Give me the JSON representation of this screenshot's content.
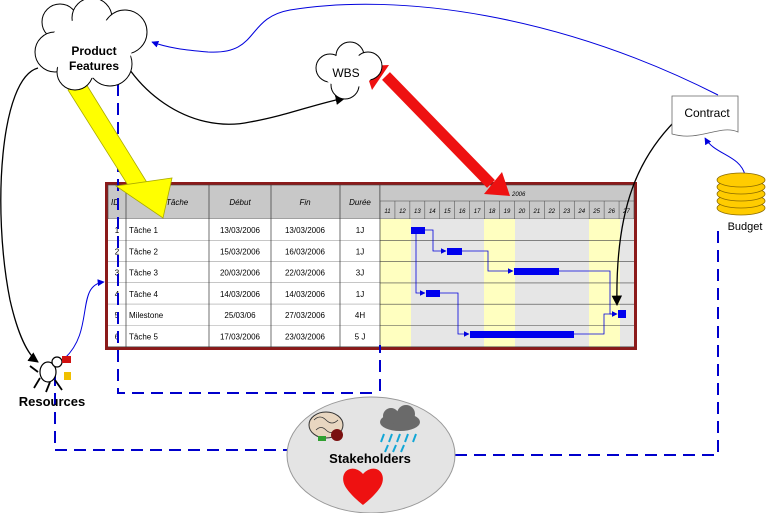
{
  "nodes": {
    "product_features": {
      "line1": "Product",
      "line2": "Features"
    },
    "wbs": "WBS",
    "contract": "Contract",
    "budget": "Budget",
    "resources": "Resources",
    "stakeholders": "Stakeholders"
  },
  "gantt": {
    "headers": {
      "id": "ID",
      "task": "Tâche",
      "start": "Début",
      "end": "Fin",
      "duration": "Durée"
    },
    "year": "2006",
    "days": [
      "11",
      "12",
      "13",
      "14",
      "15",
      "16",
      "17",
      "18",
      "19",
      "20",
      "21",
      "22",
      "23",
      "24",
      "25",
      "26",
      "27"
    ],
    "rows": [
      {
        "id": "1",
        "task": "Tâche 1",
        "start": "13/03/2006",
        "end": "13/03/2006",
        "duration": "1J"
      },
      {
        "id": "2",
        "task": "Tâche 2",
        "start": "15/03/2006",
        "end": "16/03/2006",
        "duration": "1J"
      },
      {
        "id": "3",
        "task": "Tâche 3",
        "start": "20/03/2006",
        "end": "22/03/2006",
        "duration": "3J"
      },
      {
        "id": "4",
        "task": "Tâche 4",
        "start": "14/03/2006",
        "end": "14/03/2006",
        "duration": "1J"
      },
      {
        "id": "5",
        "task": "Milestone",
        "start": "25/03/06",
        "end": "27/03/2006",
        "duration": "4H"
      },
      {
        "id": "6",
        "task": "Tâche 5",
        "start": "17/03/2006",
        "end": "23/03/2006",
        "duration": "5 J"
      }
    ]
  },
  "colors": {
    "frame": "#8b1a1a",
    "bar": "#0000ee",
    "weekend": "#ffffc0",
    "grid_fill": "#e6e6e6",
    "red_arrow": "#ee1111",
    "yellow_arrow": "#ffff00",
    "dashed_link": "#0000cc"
  }
}
